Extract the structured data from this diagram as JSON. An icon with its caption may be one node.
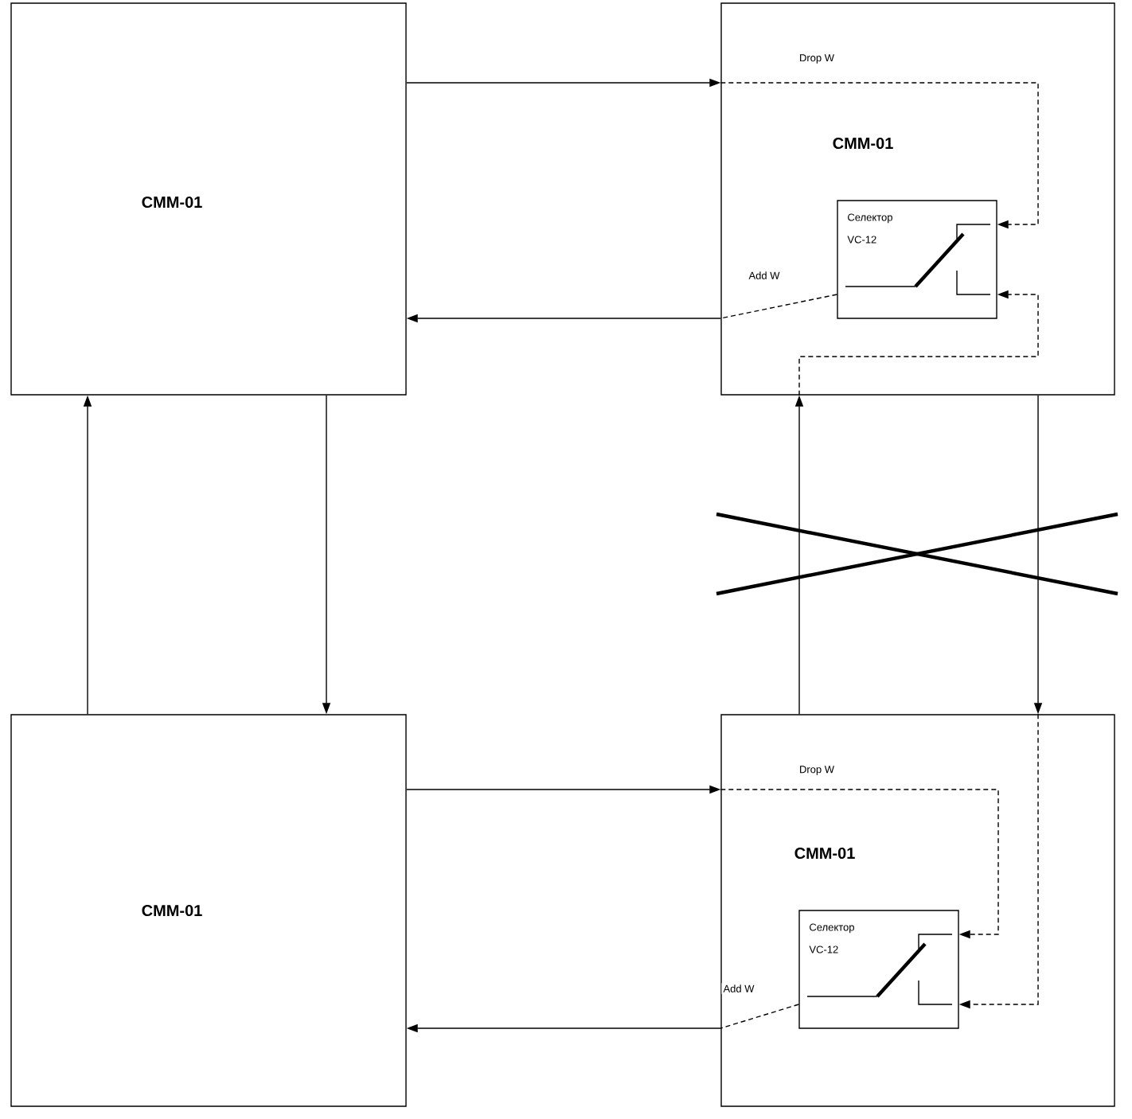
{
  "diagram": {
    "nodes": [
      {
        "text": [
          "CMM-01"
        ]
      },
      {
        "text": [
          "CMM-01"
        ]
      },
      {
        "text": [
          "Селектор VC-12"
        ],
        "in": 1
      },
      {
        "text": [
          "CMM-01"
        ]
      },
      {
        "text": [
          "CMM-01"
        ]
      },
      {
        "text": [
          "Селектор VC-12"
        ],
        "in": 4
      }
    ],
    "edges": [
      {
        "from": 0,
        "to": 1,
        "arrow": "to"
      },
      {
        "from": 1,
        "to": 2,
        "arrow": "to",
        "style": "dashed",
        "label": "Drop W"
      },
      {
        "from": 2,
        "to": 1,
        "arrow": "none",
        "style": "dashed",
        "label": "Add W"
      },
      {
        "from": 1,
        "to": 0,
        "arrow": "to"
      },
      {
        "from": 4,
        "to": 1,
        "arrow": "to"
      },
      {
        "from": 1,
        "to": 2,
        "arrow": "to",
        "style": "dashed"
      },
      {
        "from": 1,
        "to": 4,
        "arrow": "to"
      },
      {
        "from": 4,
        "to": 5,
        "arrow": "to",
        "style": "dashed"
      },
      {
        "from": 0,
        "to": 3,
        "arrow": "to"
      },
      {
        "from": 3,
        "to": 0,
        "arrow": "to"
      },
      {
        "from": 3,
        "to": 4,
        "arrow": "to"
      },
      {
        "from": 4,
        "to": 5,
        "arrow": "to",
        "style": "dashed",
        "label": "Drop W"
      },
      {
        "from": 5,
        "to": 4,
        "arrow": "none",
        "style": "dashed",
        "label": "Add W"
      },
      {
        "from": 4,
        "to": 3,
        "arrow": "to"
      }
    ]
  }
}
